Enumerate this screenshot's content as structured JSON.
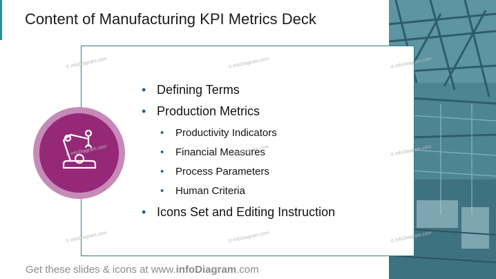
{
  "slide": {
    "title": "Content of Manufacturing KPI Metrics Deck",
    "items": [
      {
        "bullet": "•",
        "label": "Defining Terms"
      },
      {
        "bullet": "•",
        "label": "Production Metrics"
      },
      {
        "bullet": "•",
        "label": "Productivity Indicators"
      },
      {
        "bullet": "•",
        "label": "Financial Measures"
      },
      {
        "bullet": "•",
        "label": "Process Parameters"
      },
      {
        "bullet": "•",
        "label": "Human Criteria"
      },
      {
        "bullet": "•",
        "label": "Icons Set and Editing Instruction"
      }
    ],
    "footer": {
      "prefix": "Get these slides & icons at www.",
      "brand": "infoDiagram",
      "suffix": ".com"
    },
    "watermark": "© infoDiagram.com",
    "icon": "robot-arm-icon"
  },
  "colors": {
    "accent": "#962878",
    "ring": "#c58ab8",
    "frame": "#2c7a86",
    "bullet": "#2a5ea8",
    "photo": "#4f8593"
  }
}
